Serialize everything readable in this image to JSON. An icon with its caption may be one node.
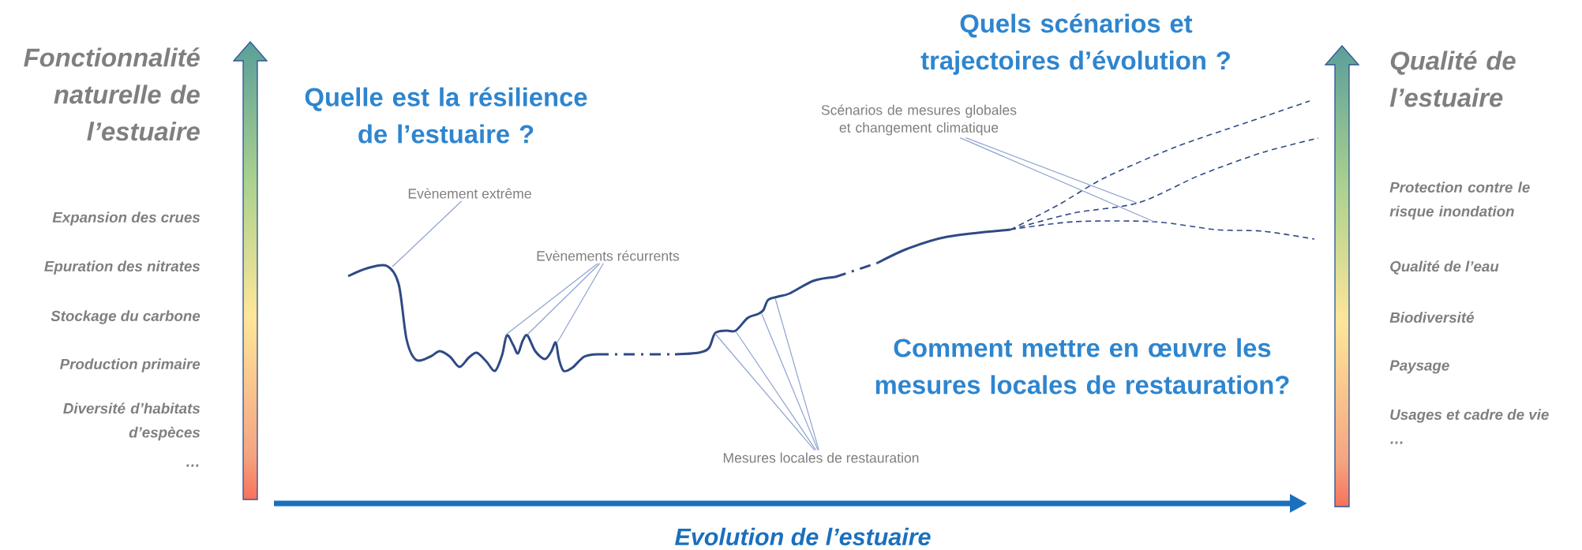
{
  "diagram": {
    "nodes": [
      {
        "text": [
          "Scénarios de mesures globales et changement climatique"
        ]
      },
      {
        "text": [
          "Evènement extrême"
        ]
      },
      {
        "text": [
          "Evènements récurrents"
        ]
      },
      {
        "text": [
          "Mesures locales de restauration"
        ]
      }
    ],
    "edges": [
      {
        "from": 0,
        "to": null,
        "arrow": "none"
      },
      {
        "from": 0,
        "to": null,
        "arrow": "none"
      },
      {
        "from": 1,
        "to": null,
        "arrow": "none"
      },
      {
        "from": 2,
        "to": null,
        "arrow": "none"
      },
      {
        "from": 2,
        "to": null,
        "arrow": "none"
      },
      {
        "from": 2,
        "to": null,
        "arrow": "none"
      },
      {
        "from": 3,
        "to": null,
        "arrow": "none"
      },
      {
        "from": 3,
        "to": null,
        "arrow": "none"
      },
      {
        "from": 3,
        "to": null,
        "arrow": "none"
      },
      {
        "from": 3,
        "to": null,
        "arrow": "none"
      }
    ],
    "labels": [
      "Fonctionnalité naturelle de l’estuaire",
      "Quelle est la résilience de l’estuaire ?",
      "Quels scénarios et trajectoires d’évolution ?",
      "Qualité de l’estuaire",
      "Expansion des crues",
      "Epuration des nitrates",
      "Stockage du carbone",
      "Production primaire",
      "Diversité d’habitats d’espèces",
      "…",
      "Protection contre le risque inondation",
      "Qualité de l’eau",
      "Biodiversité",
      "Paysage",
      "Usages et cadre de vie",
      "…",
      "Comment mettre en œuvre les mesures locales de restauration?",
      "Evolution de l’estuaire"
    ]
  }
}
